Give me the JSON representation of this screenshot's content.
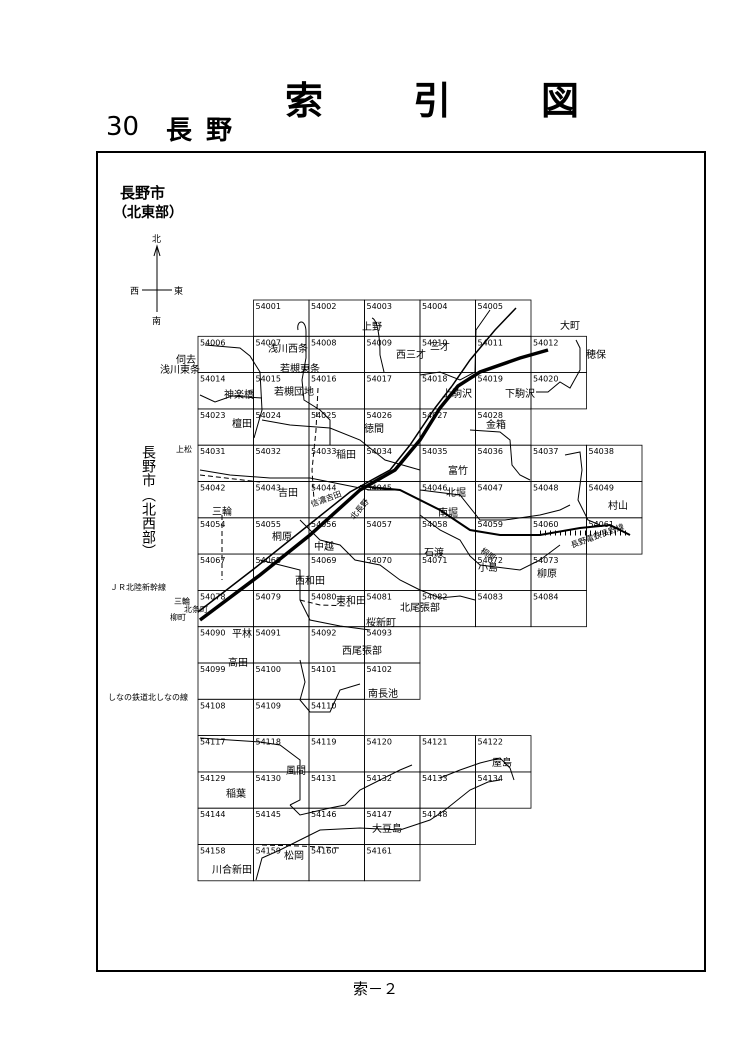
{
  "header": {
    "title": "索　引　図",
    "area_number": "30",
    "area_name": "長野"
  },
  "map": {
    "region_title": "長野市",
    "region_subtitle": "（北東部）",
    "side_title": "長野市",
    "side_subtitle": "（北西部）",
    "compass": {
      "north": "北",
      "south": "南",
      "east": "東",
      "west": "西"
    },
    "cells": [
      {
        "id": "54001"
      },
      {
        "id": "54002"
      },
      {
        "id": "54003"
      },
      {
        "id": "54004"
      },
      {
        "id": "54005"
      },
      {
        "id": "54006"
      },
      {
        "id": "54007"
      },
      {
        "id": "54008"
      },
      {
        "id": "54009"
      },
      {
        "id": "54010"
      },
      {
        "id": "54011"
      },
      {
        "id": "54012"
      },
      {
        "id": "54014"
      },
      {
        "id": "54015"
      },
      {
        "id": "54016"
      },
      {
        "id": "54017"
      },
      {
        "id": "54018"
      },
      {
        "id": "54019"
      },
      {
        "id": "54020"
      },
      {
        "id": "54023"
      },
      {
        "id": "54024"
      },
      {
        "id": "54025"
      },
      {
        "id": "54026"
      },
      {
        "id": "54027"
      },
      {
        "id": "54028"
      },
      {
        "id": "54031"
      },
      {
        "id": "54032"
      },
      {
        "id": "54033"
      },
      {
        "id": "54034"
      },
      {
        "id": "54035"
      },
      {
        "id": "54036"
      },
      {
        "id": "54037"
      },
      {
        "id": "54038"
      },
      {
        "id": "54042"
      },
      {
        "id": "54043"
      },
      {
        "id": "54044"
      },
      {
        "id": "54045"
      },
      {
        "id": "54046"
      },
      {
        "id": "54047"
      },
      {
        "id": "54048"
      },
      {
        "id": "54049"
      },
      {
        "id": "54054"
      },
      {
        "id": "54055"
      },
      {
        "id": "54056"
      },
      {
        "id": "54057"
      },
      {
        "id": "54058"
      },
      {
        "id": "54059"
      },
      {
        "id": "54060"
      },
      {
        "id": "54061"
      },
      {
        "id": "54067"
      },
      {
        "id": "54068"
      },
      {
        "id": "54069"
      },
      {
        "id": "54070"
      },
      {
        "id": "54071"
      },
      {
        "id": "54072"
      },
      {
        "id": "54073"
      },
      {
        "id": "54078"
      },
      {
        "id": "54079"
      },
      {
        "id": "54080"
      },
      {
        "id": "54081"
      },
      {
        "id": "54082"
      },
      {
        "id": "54083"
      },
      {
        "id": "54084"
      },
      {
        "id": "54090"
      },
      {
        "id": "54091"
      },
      {
        "id": "54092"
      },
      {
        "id": "54093"
      },
      {
        "id": "54099"
      },
      {
        "id": "54100"
      },
      {
        "id": "54101"
      },
      {
        "id": "54102"
      },
      {
        "id": "54108"
      },
      {
        "id": "54109"
      },
      {
        "id": "54110"
      },
      {
        "id": "54117"
      },
      {
        "id": "54118"
      },
      {
        "id": "54119"
      },
      {
        "id": "54120"
      },
      {
        "id": "54121"
      },
      {
        "id": "54122"
      },
      {
        "id": "54129"
      },
      {
        "id": "54130"
      },
      {
        "id": "54131"
      },
      {
        "id": "54132"
      },
      {
        "id": "54133"
      },
      {
        "id": "54134"
      },
      {
        "id": "54144"
      },
      {
        "id": "54145"
      },
      {
        "id": "54146"
      },
      {
        "id": "54147"
      },
      {
        "id": "54148"
      },
      {
        "id": "54158"
      },
      {
        "id": "54159"
      },
      {
        "id": "54160"
      },
      {
        "id": "54161"
      }
    ],
    "place_labels": [
      "上野",
      "浅川西条",
      "西三才",
      "三才",
      "大町",
      "穂保",
      "伺去",
      "浅川東条",
      "神楽橋",
      "若槻東条",
      "若槻団地",
      "徳間",
      "上駒沢",
      "下駒沢",
      "檀田",
      "金箱",
      "稲田",
      "富竹",
      "三輪",
      "吉田",
      "北堀",
      "南堀",
      "村山",
      "桐原",
      "中越",
      "石渡",
      "小島",
      "柳原",
      "西和田",
      "東和田",
      "北尾張部",
      "平林",
      "桜新町",
      "西尾張部",
      "高田",
      "南長池",
      "風間",
      "屋島",
      "稲葉",
      "大豆島",
      "松岡",
      "川合新田"
    ],
    "line_labels": [
      "ＪＲ北陸新幹線",
      "しなの鉄道北しなの線",
      "長野電鉄長野線",
      "信濃吉田",
      "北長野",
      "桐原",
      "三輪",
      "柳町",
      "北条町",
      "上松"
    ]
  },
  "footer": {
    "page_label": "索－２"
  }
}
